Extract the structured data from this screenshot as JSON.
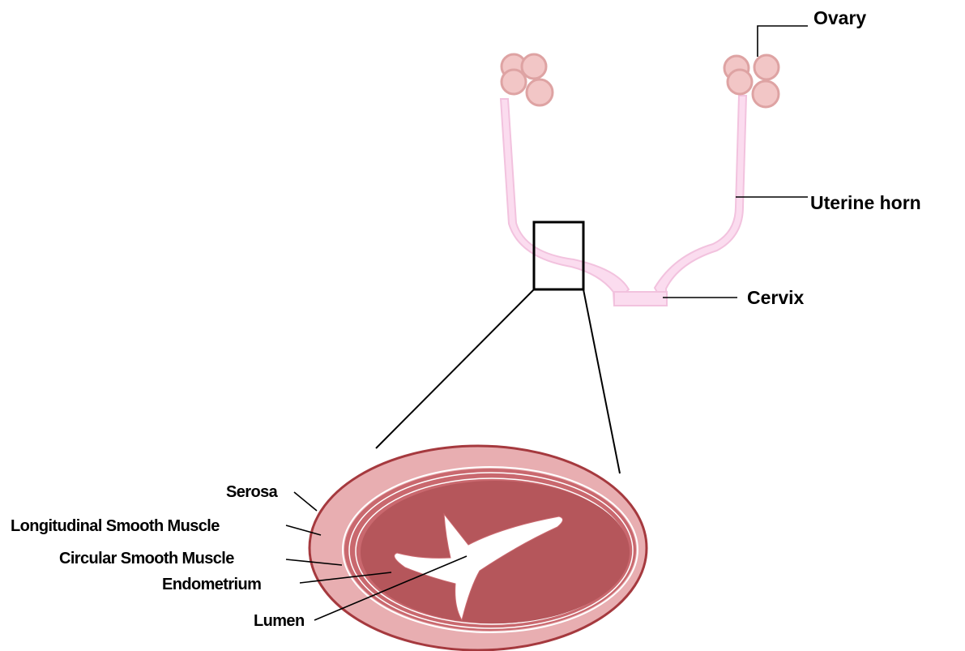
{
  "labels": {
    "ovary": "Ovary",
    "uterine_horn": "Uterine horn",
    "cervix": "Cervix",
    "serosa": "Serosa",
    "longitudinal_smooth_muscle": "Longitudinal Smooth  Muscle",
    "circular_smooth_muscle": "Circular Smooth Muscle",
    "endometrium": "Endometrium",
    "lumen": "Lumen"
  },
  "colors": {
    "ovary_fill": "#f2c6c6",
    "ovary_stroke": "#dea3a3",
    "horn_fill": "#fbdcef",
    "horn_stroke": "#f2c2de",
    "serosa_stroke": "#a5393e",
    "longitudinal_muscle": "#e8aeb1",
    "circular_muscle": "#c9686e",
    "endometrium": "#b5565b",
    "lumen": "#ffffff",
    "leader_line": "#000000"
  }
}
